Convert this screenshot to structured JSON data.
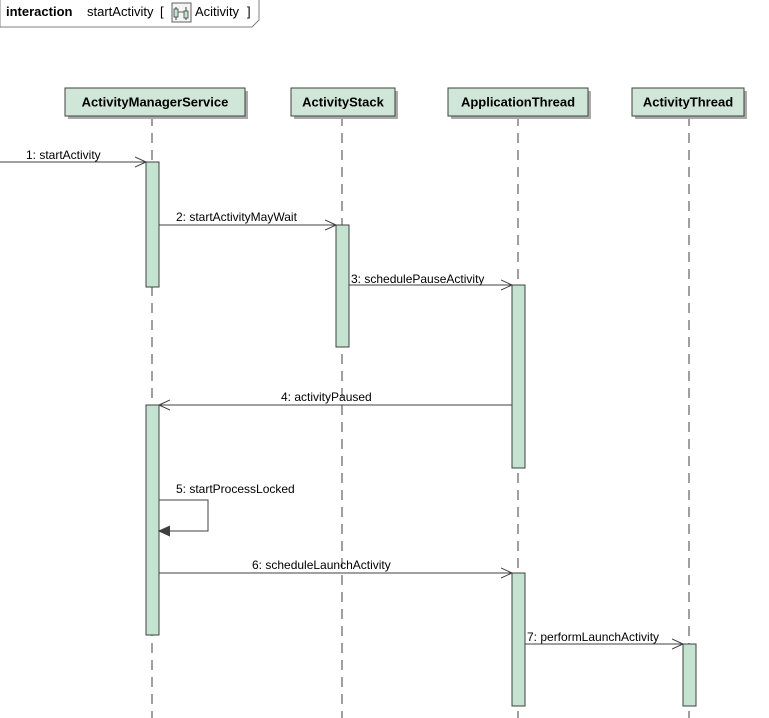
{
  "frame": {
    "keyword": "interaction",
    "name": "startActivity",
    "open_bracket": "[",
    "ref_icon": "interaction-diagram-icon",
    "ref_name": "Acitivity",
    "close_bracket": "]"
  },
  "lifelines": [
    {
      "id": "ams",
      "name": "ActivityManagerService"
    },
    {
      "id": "stack",
      "name": "ActivityStack"
    },
    {
      "id": "app",
      "name": "ApplicationThread"
    },
    {
      "id": "thread",
      "name": "ActivityThread"
    }
  ],
  "messages": [
    {
      "label": "1: startActivity",
      "from": "outside",
      "to": "ams"
    },
    {
      "label": "2: startActivityMayWait",
      "from": "ams",
      "to": "stack"
    },
    {
      "label": "3: schedulePauseActivity",
      "from": "stack",
      "to": "app"
    },
    {
      "label": "4: activityPaused",
      "from": "app",
      "to": "ams"
    },
    {
      "label": "5: startProcessLocked",
      "from": "ams",
      "to": "ams"
    },
    {
      "label": "6: scheduleLaunchActivity",
      "from": "ams",
      "to": "app"
    },
    {
      "label": "7: performLaunchActivity",
      "from": "app",
      "to": "thread"
    }
  ],
  "colors": {
    "box_fill": "#cfe6d8",
    "activation_fill": "#c4e3d0",
    "stroke": "#404040"
  }
}
